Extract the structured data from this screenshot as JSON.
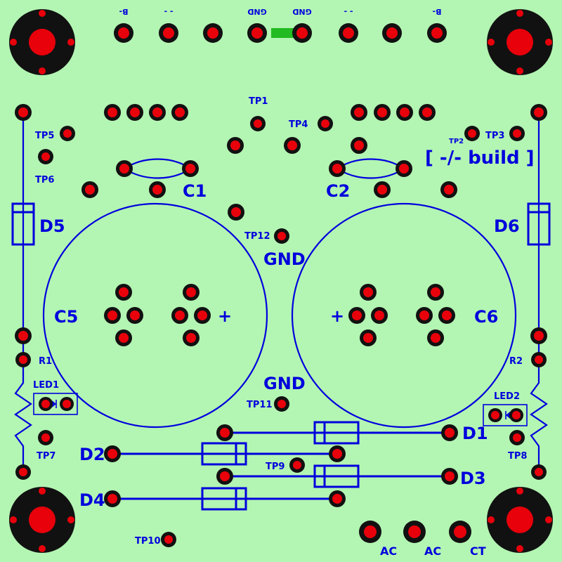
{
  "board": {
    "background": "#b3f5b3",
    "silkscreen_color": "#0000dd",
    "pad_color": "#e8000b",
    "pad_ring_color": "#111111",
    "jumper_color": "#22bb22"
  },
  "header_labels": [
    "B-",
    "- -",
    "GND",
    "GND",
    "- -",
    "B-"
  ],
  "labels": {
    "c1": "C1",
    "c2": "C2",
    "c5": "C5",
    "c6": "C6",
    "d1": "D1",
    "d2": "D2",
    "d3": "D3",
    "d4": "D4",
    "d5": "D5",
    "d6": "D6",
    "r1": "R1",
    "r2": "R2",
    "led1": "LED1",
    "led2": "LED2",
    "tp1": "TP1",
    "tp2": "TP2",
    "tp3": "TP3",
    "tp4": "TP4",
    "tp5": "TP5",
    "tp6": "TP6",
    "tp7": "TP7",
    "tp8": "TP8",
    "tp9": "TP9",
    "tp10": "TP10",
    "tp11": "TP11",
    "tp12": "TP12",
    "gnd_top": "GND",
    "gnd_bottom": "GND",
    "plus_left": "+",
    "plus_right": "+",
    "ac1": "AC",
    "ac2": "AC",
    "ct": "CT",
    "build": "[ -/- build ]"
  }
}
